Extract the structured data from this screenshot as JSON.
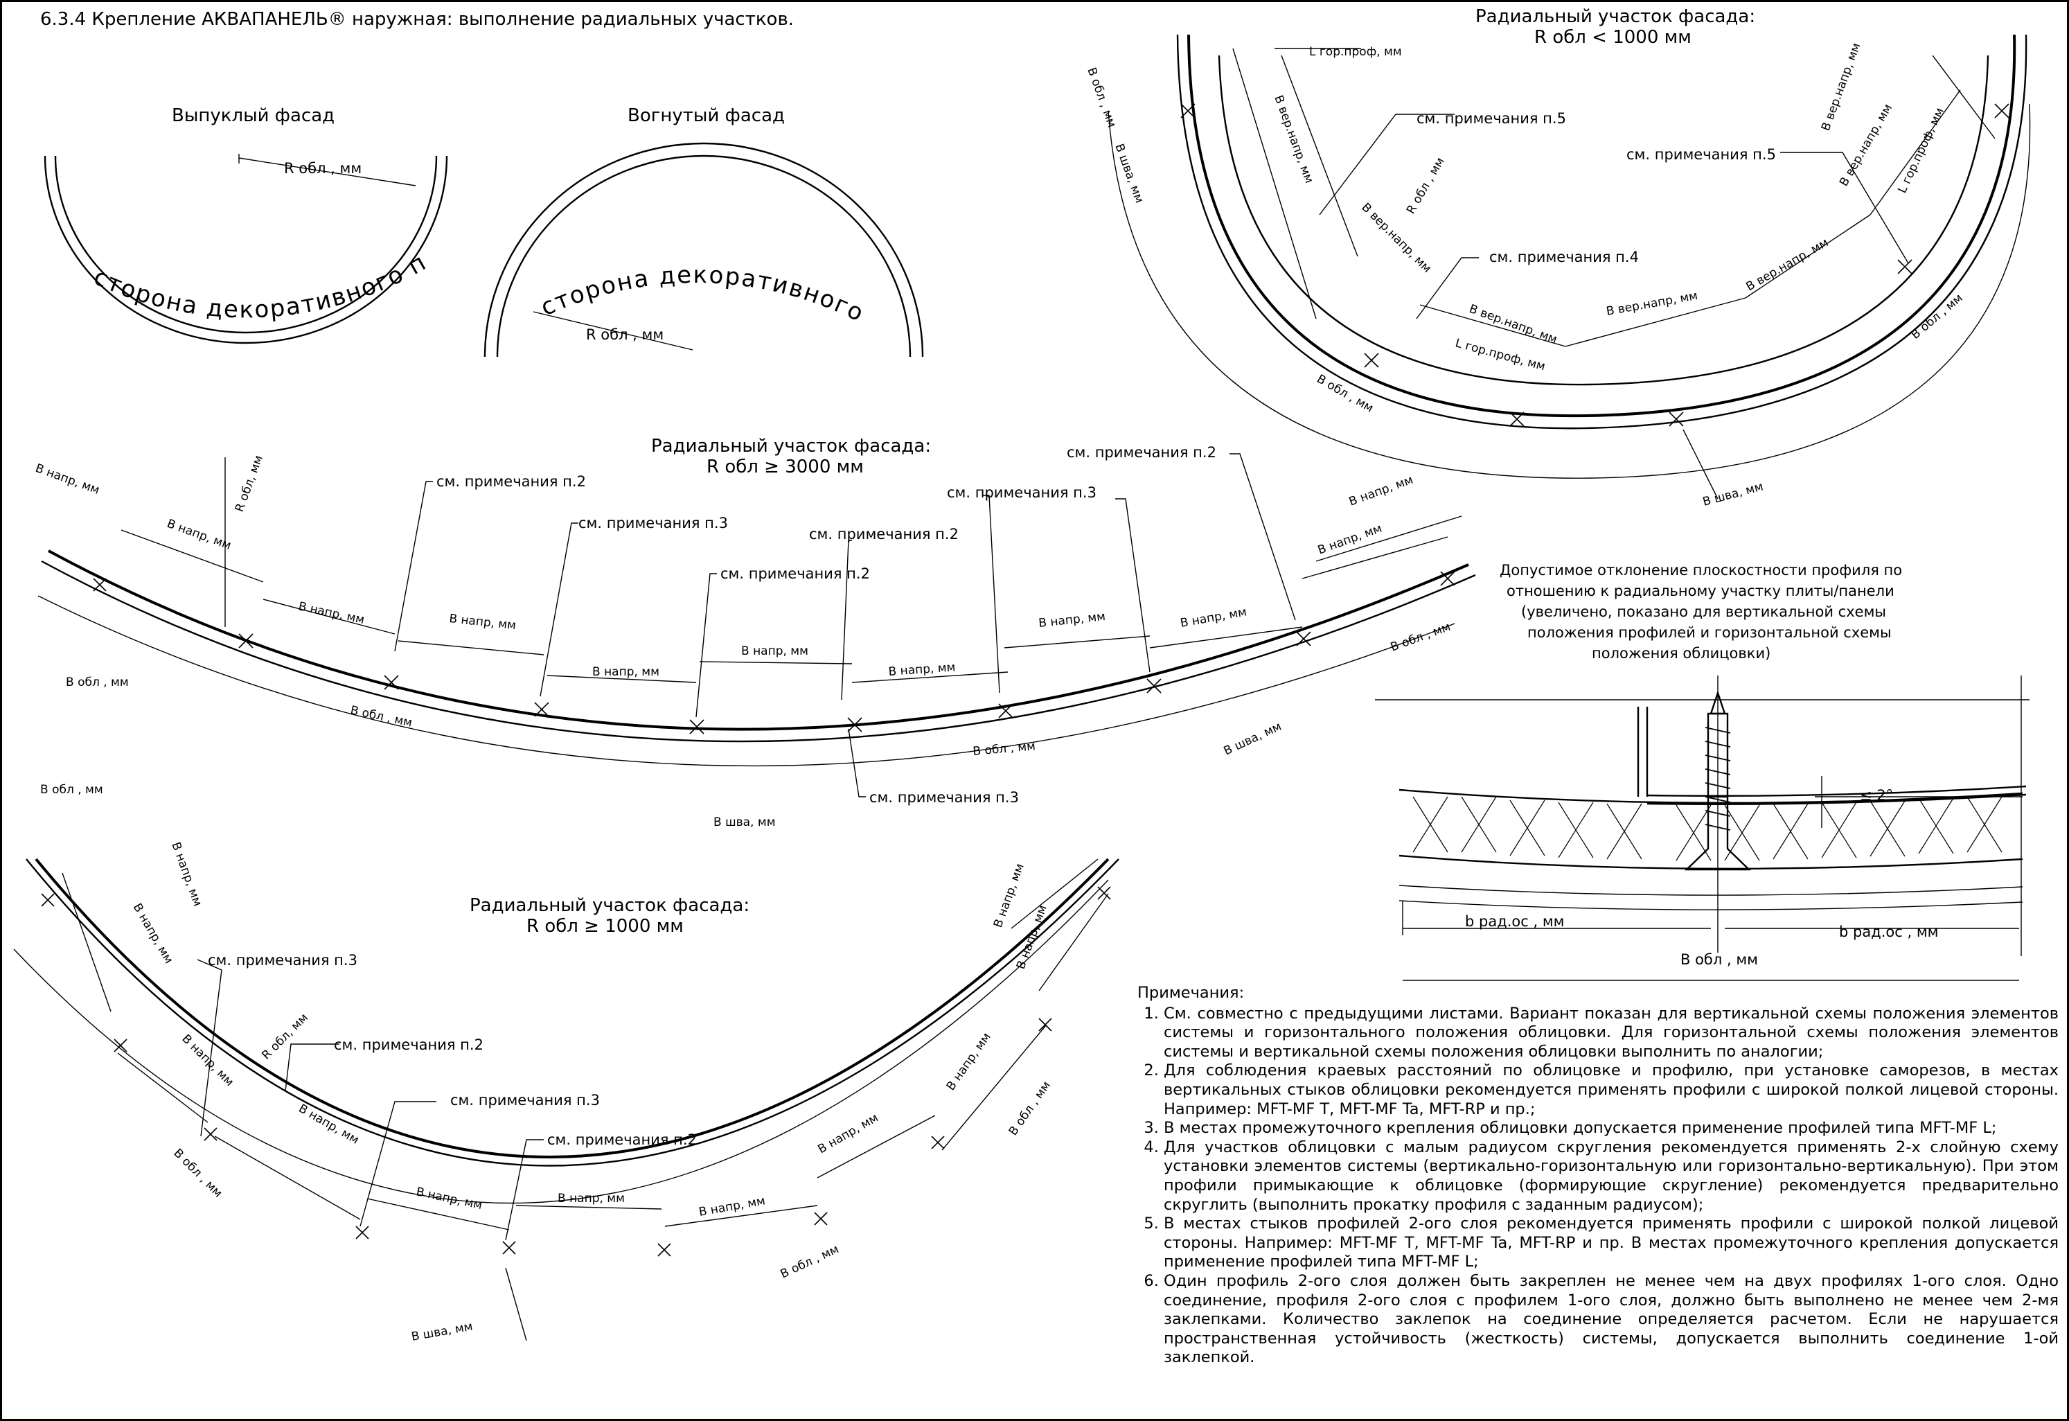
{
  "header": {
    "title": "6.3.4 Крепление АКВАПАНЕЛЬ® наружная: выполнение радиальных участков."
  },
  "views": {
    "convex": {
      "title": "Выпуклый фасад",
      "radius_label": "R обл , мм",
      "coating_side": "сторона декоративного покрытия"
    },
    "concave": {
      "title": "Вогнутый фасад",
      "radius_label": "R обл , мм",
      "coating_side": "сторона декоративного покрытия"
    }
  },
  "sections": {
    "r3000": {
      "title": "Радиальный участок фасада:",
      "condition": "R обл ≥ 3000 мм",
      "refs": [
        "см. примечания п.2",
        "см. примечания п.3",
        "см. примечания п.2",
        "см. примечания п.3",
        "см. примечания п.2",
        "см. примечания п.3",
        "см. примечания п.2"
      ],
      "dims": {
        "b_napr": "B напр, мм",
        "b_obl": "B обл , мм",
        "b_shva": "B шва, мм",
        "r_obl": "R обл, мм"
      }
    },
    "r1000_min": {
      "title": "Радиальный участок фасада:",
      "condition": "R обл ≥ 1000 мм",
      "refs": [
        "см. примечания п.3",
        "см. примечания п.2",
        "см. примечания п.3",
        "см. примечания п.2"
      ],
      "dims": {
        "b_napr": "B напр, мм",
        "b_obl": "B обл , мм",
        "b_shva": "B шва, мм",
        "r_obl": "R обл, мм"
      }
    },
    "r1000_max": {
      "title": "Радиальный участок фасада:",
      "condition": "R обл < 1000 мм",
      "refs": [
        "см. примечания п.5",
        "см. примечания п.5",
        "см. примечания п.4"
      ],
      "dims": {
        "b_vert": "B вер.напр, мм",
        "l_gor": "L гор.проф, мм",
        "b_obl": "B обл , мм",
        "b_shva": "B шва, мм",
        "r_obl": "R обл , мм"
      }
    }
  },
  "deviation": {
    "caption": [
      "Допустимое отклонение плоскостности профиля по",
      "отношению к радиальному участку плиты/панели",
      "(увеличено, показано для вертикальной схемы",
      "положения профилей и горизонтальной схемы",
      "положения облицовки)"
    ],
    "angle": "≤ 2°",
    "b_rad_left": "b рад.ос , мм",
    "b_rad_right": "b рад.ос , мм",
    "b_obl": "B обл , мм"
  },
  "notes": {
    "heading": "Примечания:",
    "items": [
      "См. совместно с предыдущими листами. Вариант показан для вертикальной схемы положения элементов системы и горизонтального положения облицовки. Для горизонтальной схемы положения элементов системы и вертикальной схемы положения облицовки выполнить по аналогии;",
      "Для соблюдения краевых расстояний по облицовке и профилю, при установке саморезов, в местах вертикальных стыков облицовки рекомендуется применять профили с широкой полкой лицевой стороны. Например: MFT-MF T, MFT-MF Ta, MFT-RP и пр.;",
      "В местах промежуточного крепления облицовки допускается применение профилей типа MFT-MF L;",
      "Для участков облицовки с малым радиусом скругления рекомендуется применять 2-х слойную схему установки элементов системы (вертикально-горизонтальную или горизонтально-вертикальную). При этом профили примыкающие к облицовке (формирующие скругление) рекомендуется предварительно скруглить (выполнить прокатку профиля с заданным радиусом);",
      "В местах стыков профилей 2-ого слоя рекомендуется применять профили с широкой полкой лицевой стороны. Например: MFT-MF T, MFT-MF Ta, MFT-RP и пр. В местах промежуточного крепления допускается применение профилей типа MFT-MF L;",
      "Один профиль 2-ого слоя должен быть закреплен не менее чем на двух профилях 1-ого слоя. Одно соединение, профиля 2-ого слоя с профилем 1-ого слоя, должно быть выполнено не менее чем 2-мя заклепками. Количество заклепок на соединение определяется расчетом. Если не нарушается пространственная устойчивость (жесткость) системы, допускается выполнить соединение 1-ой заклепкой."
    ]
  }
}
